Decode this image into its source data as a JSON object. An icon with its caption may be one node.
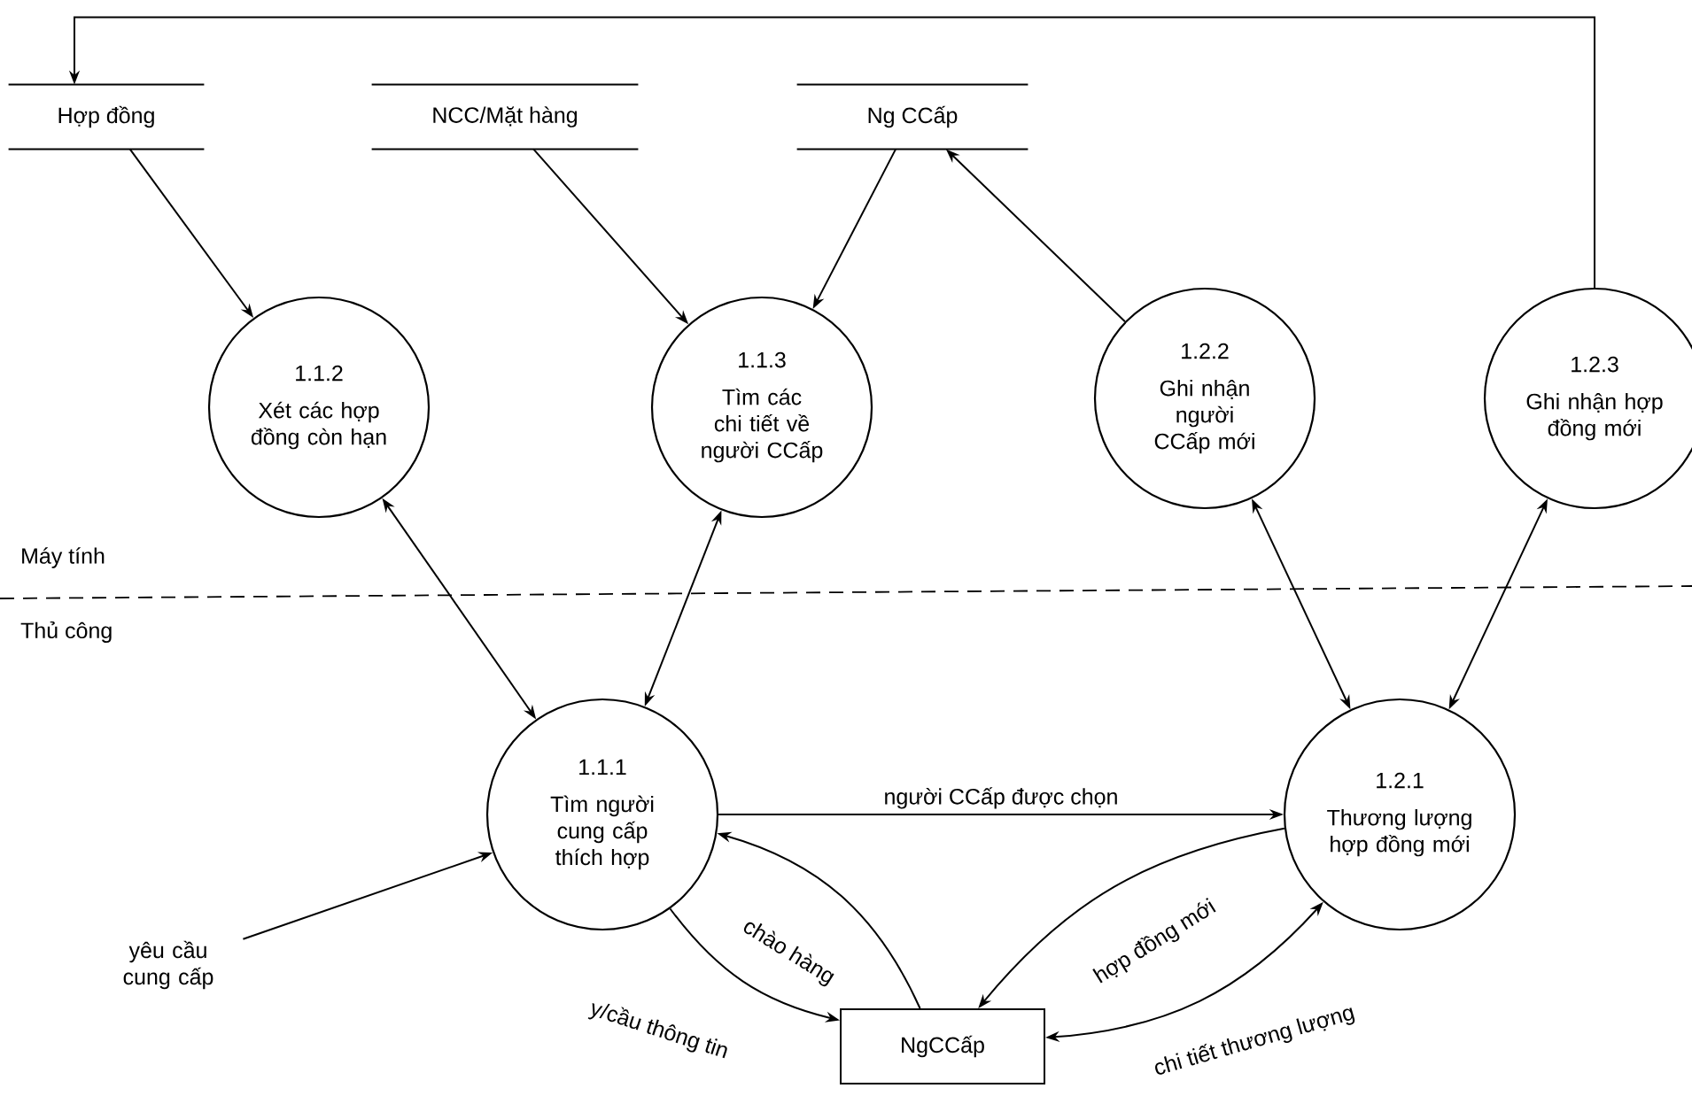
{
  "diagram": {
    "nodes": [
      {
        "text": [
          "Hợp đồng"
        ]
      },
      {
        "text": [
          "NCC/Mặt hàng"
        ]
      },
      {
        "text": [
          "Ng CCấp"
        ]
      },
      {
        "text": [
          "1.1.2",
          "Xét các hợp đồng còn hạn"
        ]
      },
      {
        "text": [
          "1.1.3",
          "Tìm các chi tiết về người CCấp"
        ]
      },
      {
        "text": [
          "1.2.2",
          "Ghi nhận người CCấp mới"
        ]
      },
      {
        "text": [
          "1.2.3",
          "Ghi nhận hợp đồng mới"
        ]
      },
      {
        "text": [
          "1.1.1",
          "Tìm người cung cấp thích hợp"
        ]
      },
      {
        "text": [
          "1.2.1",
          "Thương lượng hợp đồng mới"
        ]
      },
      {
        "text": [
          "yêu cầu cung cấp"
        ]
      },
      {
        "text": [
          "NgCCấp"
        ]
      }
    ],
    "edges": [
      {
        "from": 0,
        "to": 3,
        "arrow": "to"
      },
      {
        "from": 1,
        "to": 4,
        "arrow": "to"
      },
      {
        "from": 2,
        "to": 4,
        "arrow": "to"
      },
      {
        "from": 5,
        "to": 2,
        "arrow": "to"
      },
      {
        "from": 6,
        "to": 0,
        "arrow": "to"
      },
      {
        "from": 3,
        "to": 7,
        "arrow": "both"
      },
      {
        "from": 4,
        "to": 7,
        "arrow": "both"
      },
      {
        "from": 5,
        "to": 8,
        "arrow": "both"
      },
      {
        "from": 6,
        "to": 8,
        "arrow": "both"
      },
      {
        "from": 7,
        "to": 8,
        "arrow": "to",
        "label": "người CCấp được chọn"
      },
      {
        "from": 10,
        "to": 7,
        "arrow": "to",
        "label": "chào hàng"
      },
      {
        "from": 8,
        "to": 10,
        "arrow": "to",
        "label": "hợp đồng mới"
      },
      {
        "from": 7,
        "to": 10,
        "arrow": "to",
        "label": "y/cầu thông tin"
      },
      {
        "from": 10,
        "to": 8,
        "arrow": "both",
        "label": "chi tiết thương lượng"
      },
      {
        "from": 9,
        "to": 7,
        "arrow": "to"
      }
    ],
    "labels": [
      "Máy tính",
      "Thủ công"
    ]
  }
}
